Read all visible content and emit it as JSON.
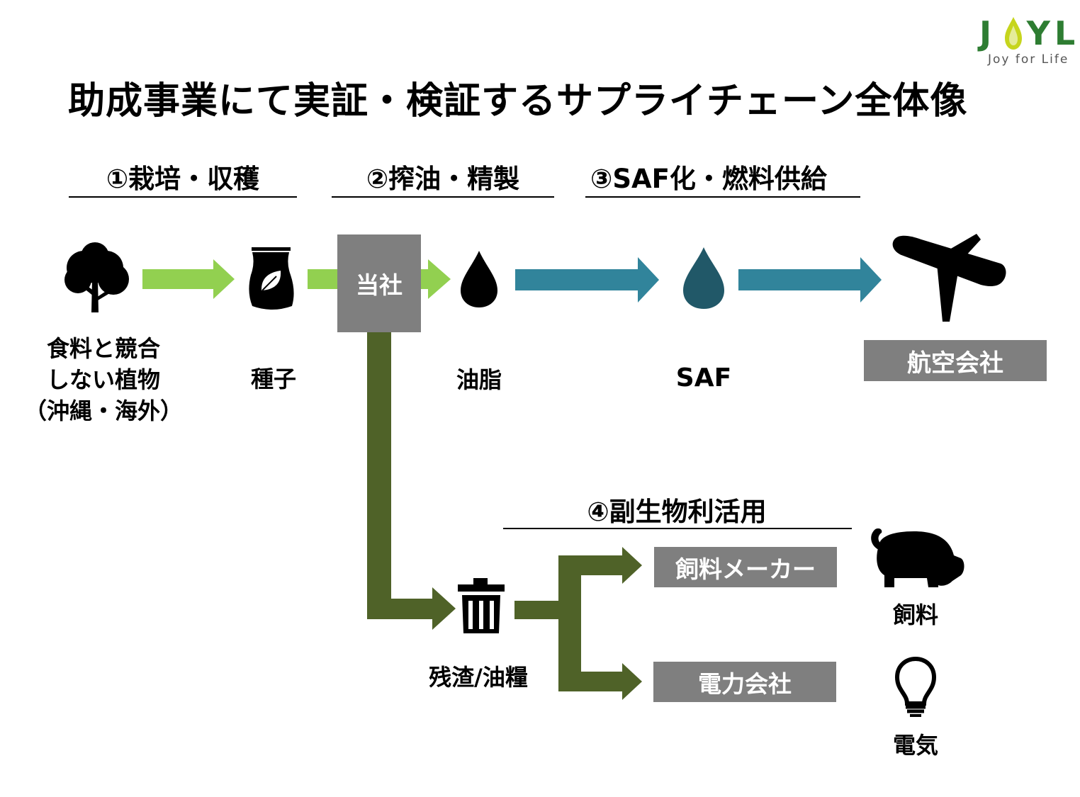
{
  "logo": {
    "wordmark": "JOYL",
    "tagline": "Joy for Life",
    "brand_color": "#2e7d32",
    "drop_color": "#c6d51d"
  },
  "title": "助成事業にて実証・検証するサプライチェーン全体像",
  "sections": {
    "s1": "①栽培・収穫",
    "s2": "②搾油・精製",
    "s3": "③SAF化・燃料供給",
    "s4": "④副生物利活用"
  },
  "company_box": "当社",
  "labels": {
    "plant": [
      "食料と競合",
      "しない植物",
      "（沖縄・海外）"
    ],
    "seed": "種子",
    "oil": "油脂",
    "saf": "SAF",
    "residue": "残渣/油糧",
    "feed": "飼料",
    "electricity": "電気"
  },
  "boxes": {
    "airline": "航空会社",
    "feed_maker": "飼料メーカー",
    "power_company": "電力会社"
  },
  "colors": {
    "light_green": "#92d050",
    "teal": "#31849b",
    "dark_green": "#4f6228",
    "gray_box": "#7f7f7f",
    "saf_drop": "#215868"
  },
  "icons": [
    "tree-icon",
    "seed-bag-icon",
    "oil-drop-icon",
    "saf-drop-icon",
    "airplane-icon",
    "trash-icon",
    "pig-icon",
    "lightbulb-icon"
  ]
}
